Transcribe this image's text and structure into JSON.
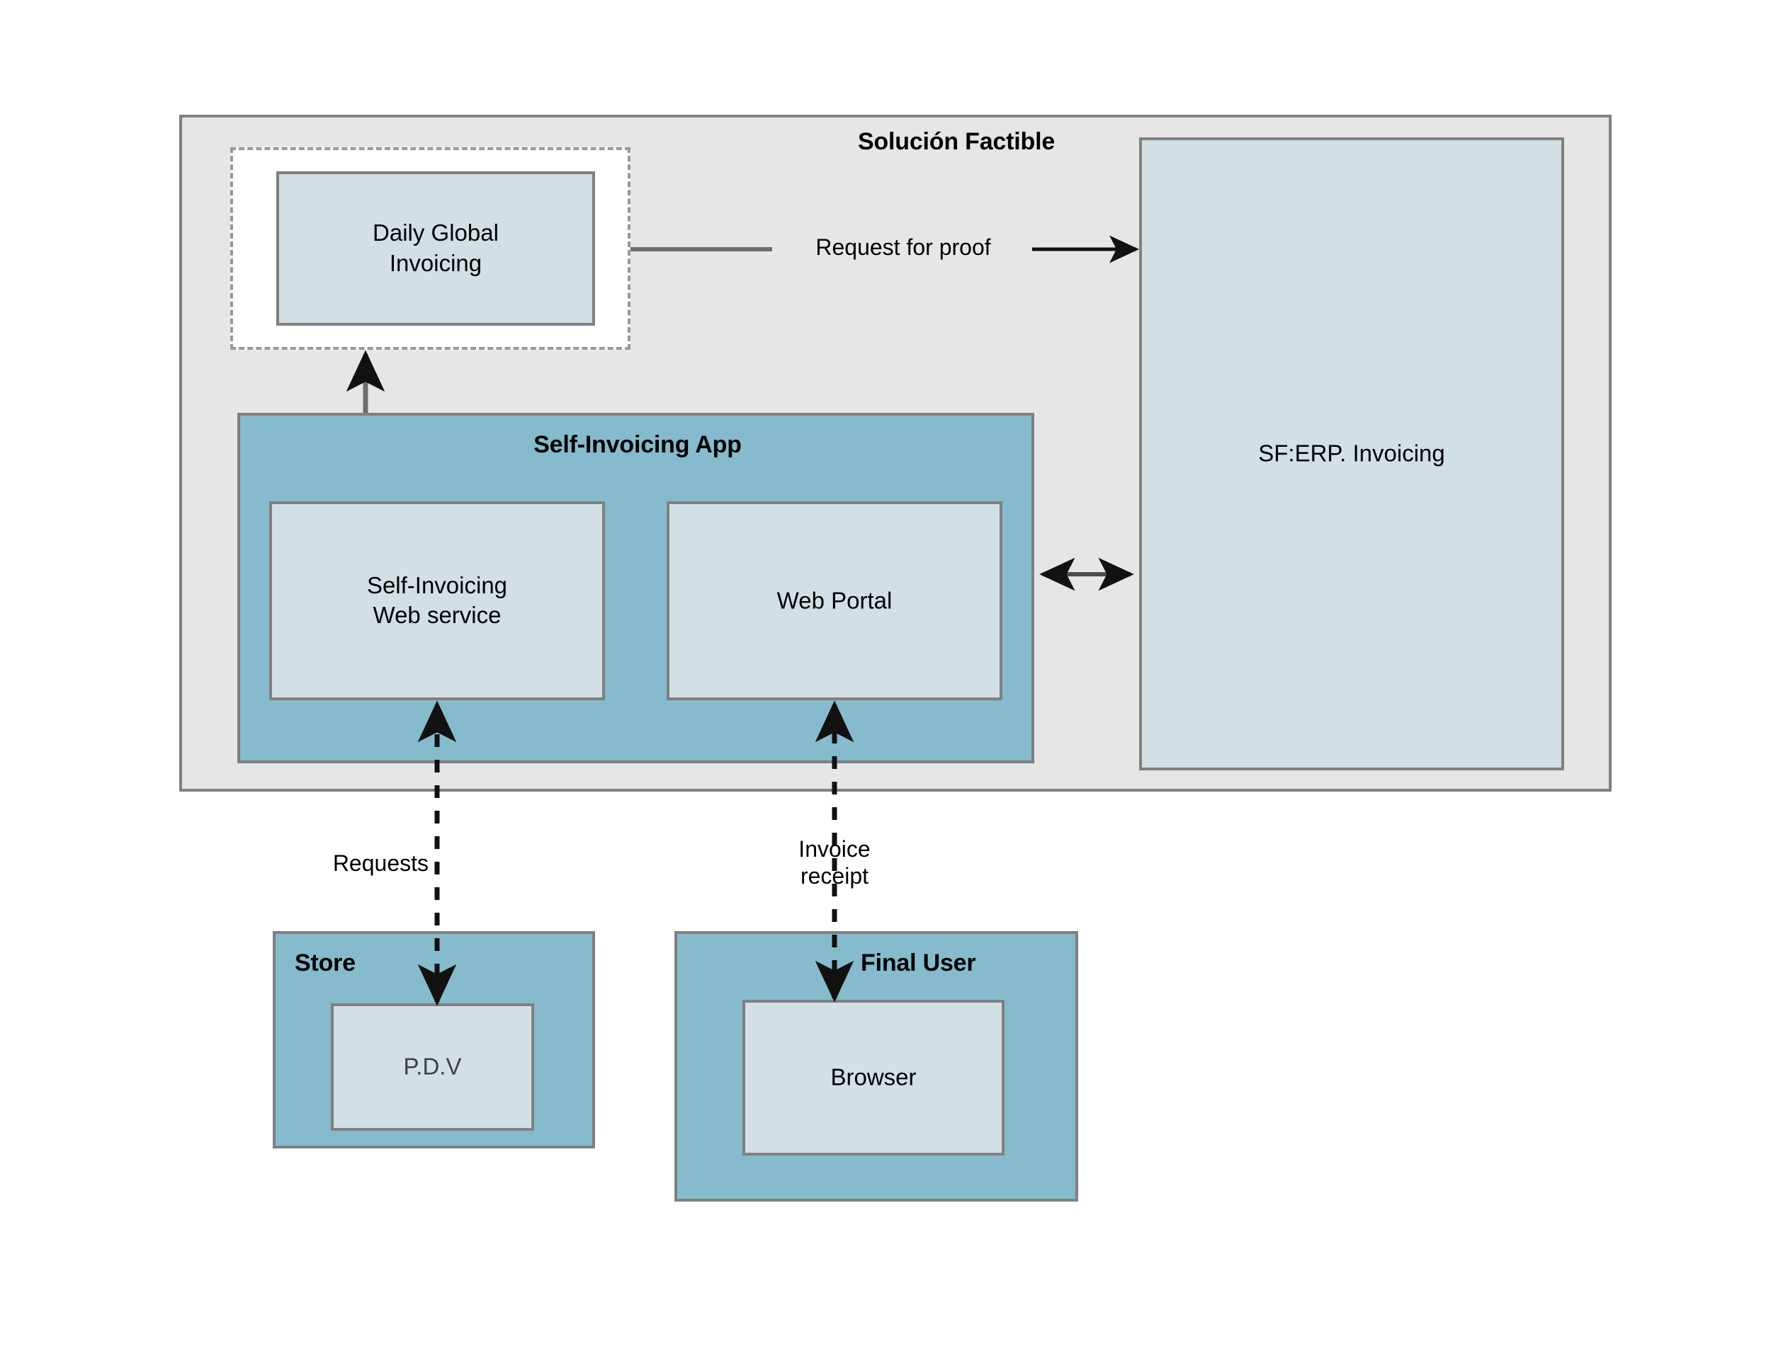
{
  "diagram": {
    "title": "Solución Factible",
    "system_boundary": {
      "label": "Solución Factible"
    },
    "groups": [
      {
        "id": "solucion-factible",
        "label": "Solución Factible",
        "style": "outer-group"
      },
      {
        "id": "daily-global-invoicing-boundary",
        "label": "",
        "style": "dashed-group"
      },
      {
        "id": "self-invoicing-app",
        "label": "Self-Invoicing App",
        "style": "teal-group"
      },
      {
        "id": "store",
        "label": "Store",
        "style": "teal-group"
      },
      {
        "id": "final-user",
        "label": "Final User",
        "style": "teal-group"
      }
    ],
    "nodes": [
      {
        "id": "daily-global-invoicing",
        "label": "Daily Global\nInvoicing"
      },
      {
        "id": "self-invoicing-web-service",
        "label": "Self-Invoicing\nWeb service"
      },
      {
        "id": "web-portal",
        "label": "Web Portal"
      },
      {
        "id": "sf-erp-invoicing",
        "label": "SF:ERP. Invoicing"
      },
      {
        "id": "pdv",
        "label": "P.D.V"
      },
      {
        "id": "browser",
        "label": "Browser"
      }
    ],
    "edges": [
      {
        "id": "request-for-proof",
        "label": "Request for proof",
        "from": "daily-global-invoicing-boundary",
        "to": "sf-erp-invoicing",
        "style": "solid",
        "arrows": "end"
      },
      {
        "id": "app-to-daily-global",
        "label": "",
        "from": "self-invoicing-app",
        "to": "daily-global-invoicing-boundary",
        "style": "solid",
        "arrows": "end"
      },
      {
        "id": "portal-to-erp",
        "label": "",
        "from": "web-portal",
        "to": "sf-erp-invoicing",
        "style": "solid",
        "arrows": "both"
      },
      {
        "id": "pdv-requests",
        "label": "Requests",
        "from": "pdv",
        "to": "self-invoicing-web-service",
        "style": "dashed",
        "arrows": "both"
      },
      {
        "id": "browser-invoice-receipt",
        "label": "Invoice\nreceipt",
        "from": "browser",
        "to": "web-portal",
        "style": "dashed",
        "arrows": "both"
      }
    ],
    "colors": {
      "page_background": "#ffffff",
      "group_background": "#e6e6e6",
      "teal_background": "#86bbcd",
      "node_background": "#d2dfe5",
      "border": "#808080",
      "dashed_border": "#999999",
      "arrow": "#000000",
      "line": "#6e6e6e",
      "text": "#000000"
    }
  }
}
